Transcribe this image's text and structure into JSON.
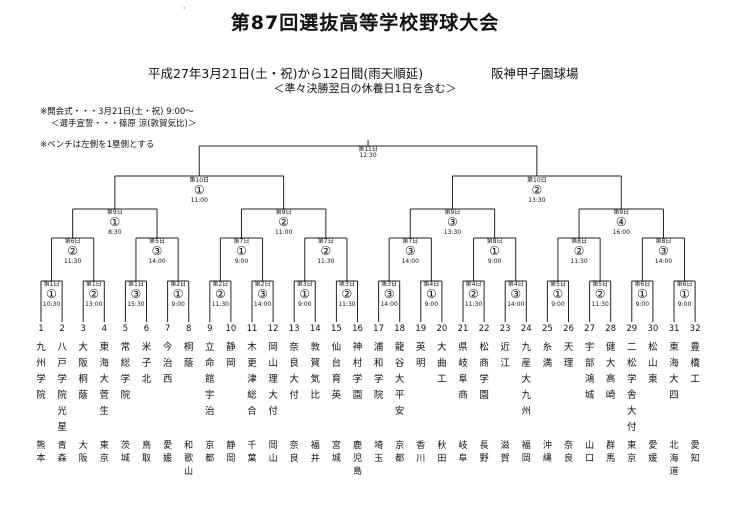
{
  "header": {
    "title": "第87回選抜高等学校野球大会",
    "schedule": "平成27年3月21日(土・祝)から12日間(雨天順延)",
    "venue": "阪神甲子園球場",
    "schedule_note": "＜準々決勝翌日の休養日1日を含む＞",
    "corner_mark": "'"
  },
  "notes": {
    "opening": "※開会式・・・3月21日(土・祝)  9:00～",
    "oath": "＜選手宣誓・・・篠原 涼(敦賀気比)＞",
    "bench": "※ベンチは左側を1塁側とする"
  },
  "rounds": {
    "final": {
      "day": "第11日",
      "circle": "",
      "time": "12:30"
    },
    "semis": [
      {
        "day": "第10日",
        "circle": "①",
        "time": "11:00"
      },
      {
        "day": "第10日",
        "circle": "②",
        "time": "13:30"
      }
    ],
    "quarters": [
      {
        "day": "第9日",
        "circle": "①",
        "time": "8:30"
      },
      {
        "day": "第9日",
        "circle": "②",
        "time": "11:00"
      },
      {
        "day": "第9日",
        "circle": "③",
        "time": "13:30"
      },
      {
        "day": "第9日",
        "circle": "④",
        "time": "16:00"
      }
    ],
    "second": [
      {
        "day": "第6日",
        "circle": "②",
        "time": "11:30"
      },
      {
        "day": "第5日",
        "circle": "③",
        "time": "14:00"
      },
      {
        "day": "第7日",
        "circle": "①",
        "time": "9:00"
      },
      {
        "day": "第7日",
        "circle": "②",
        "time": "11:30"
      },
      {
        "day": "第7日",
        "circle": "③",
        "time": "14:00"
      },
      {
        "day": "第8日",
        "circle": "①",
        "time": "9:00"
      },
      {
        "day": "第8日",
        "circle": "②",
        "time": "11:30"
      },
      {
        "day": "第8日",
        "circle": "③",
        "time": "14:00"
      }
    ],
    "first": [
      {
        "day": "第1日",
        "circle": "①",
        "time": "10:30"
      },
      {
        "day": "第1日",
        "circle": "②",
        "time": "13:00"
      },
      {
        "day": "第1日",
        "circle": "③",
        "time": "15:30"
      },
      {
        "day": "第2日",
        "circle": "①",
        "time": "9:00"
      },
      {
        "day": "第2日",
        "circle": "②",
        "time": "11:30"
      },
      {
        "day": "第2日",
        "circle": "③",
        "time": "14:00"
      },
      {
        "day": "第3日",
        "circle": "①",
        "time": "9:00"
      },
      {
        "day": "第3日",
        "circle": "②",
        "time": "11:30"
      },
      {
        "day": "第3日",
        "circle": "③",
        "time": "14:00"
      },
      {
        "day": "第4日",
        "circle": "①",
        "time": "9:00"
      },
      {
        "day": "第4日",
        "circle": "②",
        "time": "11:30"
      },
      {
        "day": "第4日",
        "circle": "③",
        "time": "14:00"
      },
      {
        "day": "第5日",
        "circle": "①",
        "time": "9:00"
      },
      {
        "day": "第5日",
        "circle": "②",
        "time": "11:30"
      },
      {
        "day": "第6日",
        "circle": "①",
        "time": "9:00"
      }
    ]
  },
  "teams": [
    {
      "num": "1",
      "school": [
        "九",
        "州",
        "学",
        "院"
      ],
      "pref": [
        "熊",
        "本"
      ]
    },
    {
      "num": "2",
      "school": [
        "八",
        "戸",
        "学",
        "院",
        "光",
        "星"
      ],
      "pref": [
        "青",
        "森"
      ]
    },
    {
      "num": "3",
      "school": [
        "大",
        "阪",
        "桐",
        "蔭"
      ],
      "pref": [
        "大",
        "阪"
      ]
    },
    {
      "num": "4",
      "school": [
        "東",
        "海",
        "大",
        "菅",
        "生"
      ],
      "pref": [
        "東",
        "京"
      ]
    },
    {
      "num": "5",
      "school": [
        "常",
        "総",
        "学",
        "院"
      ],
      "pref": [
        "茨",
        "城"
      ]
    },
    {
      "num": "6",
      "school": [
        "米",
        "子",
        "北"
      ],
      "pref": [
        "鳥",
        "取"
      ]
    },
    {
      "num": "7",
      "school": [
        "今",
        "治",
        "西"
      ],
      "pref": [
        "愛",
        "媛"
      ]
    },
    {
      "num": "8",
      "school": [
        "桐",
        "蔭"
      ],
      "pref": [
        "和",
        "歌",
        "山"
      ]
    },
    {
      "num": "9",
      "school": [
        "立",
        "命",
        "館",
        "宇",
        "治"
      ],
      "pref": [
        "京",
        "都"
      ]
    },
    {
      "num": "10",
      "school": [
        "静",
        "岡"
      ],
      "pref": [
        "静",
        "岡"
      ]
    },
    {
      "num": "11",
      "school": [
        "木",
        "更",
        "津",
        "総",
        "合"
      ],
      "pref": [
        "千",
        "葉"
      ]
    },
    {
      "num": "12",
      "school": [
        "岡",
        "山",
        "理",
        "大",
        "付"
      ],
      "pref": [
        "岡",
        "山"
      ]
    },
    {
      "num": "13",
      "school": [
        "奈",
        "良",
        "大",
        "付"
      ],
      "pref": [
        "奈",
        "良"
      ]
    },
    {
      "num": "14",
      "school": [
        "敦",
        "賀",
        "気",
        "比"
      ],
      "pref": [
        "福",
        "井"
      ]
    },
    {
      "num": "15",
      "school": [
        "仙",
        "台",
        "育",
        "英"
      ],
      "pref": [
        "宮",
        "城"
      ]
    },
    {
      "num": "16",
      "school": [
        "神",
        "村",
        "学",
        "園"
      ],
      "pref": [
        "鹿",
        "児",
        "島"
      ]
    },
    {
      "num": "17",
      "school": [
        "浦",
        "和",
        "学",
        "院"
      ],
      "pref": [
        "埼",
        "玉"
      ]
    },
    {
      "num": "18",
      "school": [
        "龍",
        "谷",
        "大",
        "平",
        "安"
      ],
      "pref": [
        "京",
        "都"
      ]
    },
    {
      "num": "19",
      "school": [
        "英",
        "明"
      ],
      "pref": [
        "香",
        "川"
      ]
    },
    {
      "num": "20",
      "school": [
        "大",
        "曲",
        "工"
      ],
      "pref": [
        "秋",
        "田"
      ]
    },
    {
      "num": "21",
      "school": [
        "県",
        "岐",
        "阜",
        "商"
      ],
      "pref": [
        "岐",
        "阜"
      ]
    },
    {
      "num": "22",
      "school": [
        "松",
        "商",
        "学",
        "園"
      ],
      "pref": [
        "長",
        "野"
      ]
    },
    {
      "num": "23",
      "school": [
        "近",
        "江"
      ],
      "pref": [
        "滋",
        "賀"
      ]
    },
    {
      "num": "24",
      "school": [
        "九",
        "産",
        "大",
        "九",
        "州"
      ],
      "pref": [
        "福",
        "岡"
      ]
    },
    {
      "num": "25",
      "school": [
        "糸",
        "満"
      ],
      "pref": [
        "沖",
        "縄"
      ]
    },
    {
      "num": "26",
      "school": [
        "天",
        "理"
      ],
      "pref": [
        "奈",
        "良"
      ]
    },
    {
      "num": "27",
      "school": [
        "宇",
        "部",
        "鴻",
        "城"
      ],
      "pref": [
        "山",
        "口"
      ]
    },
    {
      "num": "28",
      "school": [
        "健",
        "大",
        "高",
        "崎"
      ],
      "pref": [
        "群",
        "馬"
      ]
    },
    {
      "num": "29",
      "school": [
        "二",
        "松",
        "学",
        "舎",
        "大",
        "付"
      ],
      "pref": [
        "東",
        "京"
      ]
    },
    {
      "num": "30",
      "school": [
        "松",
        "山",
        "東"
      ],
      "pref": [
        "愛",
        "媛"
      ]
    },
    {
      "num": "31",
      "school": [
        "東",
        "海",
        "大",
        "四"
      ],
      "pref": [
        "北",
        "海",
        "道"
      ]
    },
    {
      "num": "32",
      "school": [
        "豊",
        "橋",
        "工"
      ],
      "pref": [
        "愛",
        "知"
      ]
    }
  ]
}
